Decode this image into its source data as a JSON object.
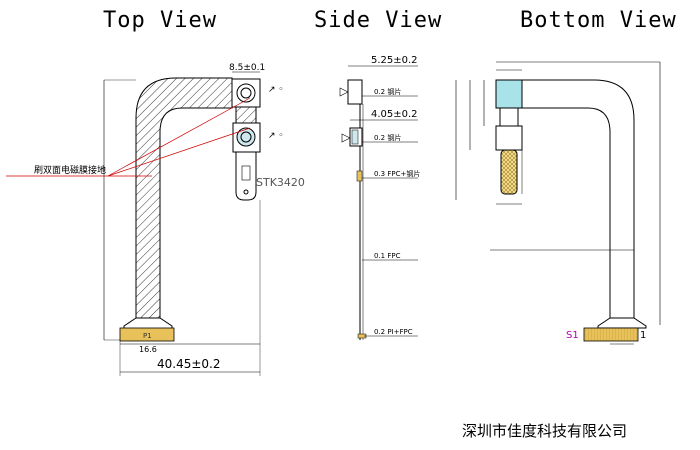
{
  "views": {
    "top": "Top View",
    "side": "Side View",
    "bottom": "Bottom View"
  },
  "top_view": {
    "dim_top": "8.5±0.1",
    "dim_width": "40.45±0.2",
    "dim_pad": "16.6",
    "part_label": "STK3420",
    "annotation": "刷双面电磁膜接地",
    "pad_label": "P1"
  },
  "side_view": {
    "dim_1": "5.25±0.2",
    "dim_2": "4.05±0.2",
    "label_1": "0.2 钢片",
    "label_2": "0.2 钢片",
    "label_3": "0.3 FPC+钢片",
    "label_4": "0.1 FPC",
    "label_5": "0.2 PI+FPC"
  },
  "bottom_view": {
    "pin_s1": "S1",
    "pin_1": "1"
  },
  "company": "深圳市佳度科技有限公司",
  "colors": {
    "outline": "#000000",
    "leader": "#d00000",
    "pad": "#e8c15a",
    "sensor": "#a9e3ea",
    "pin_label": "#b000b0"
  }
}
